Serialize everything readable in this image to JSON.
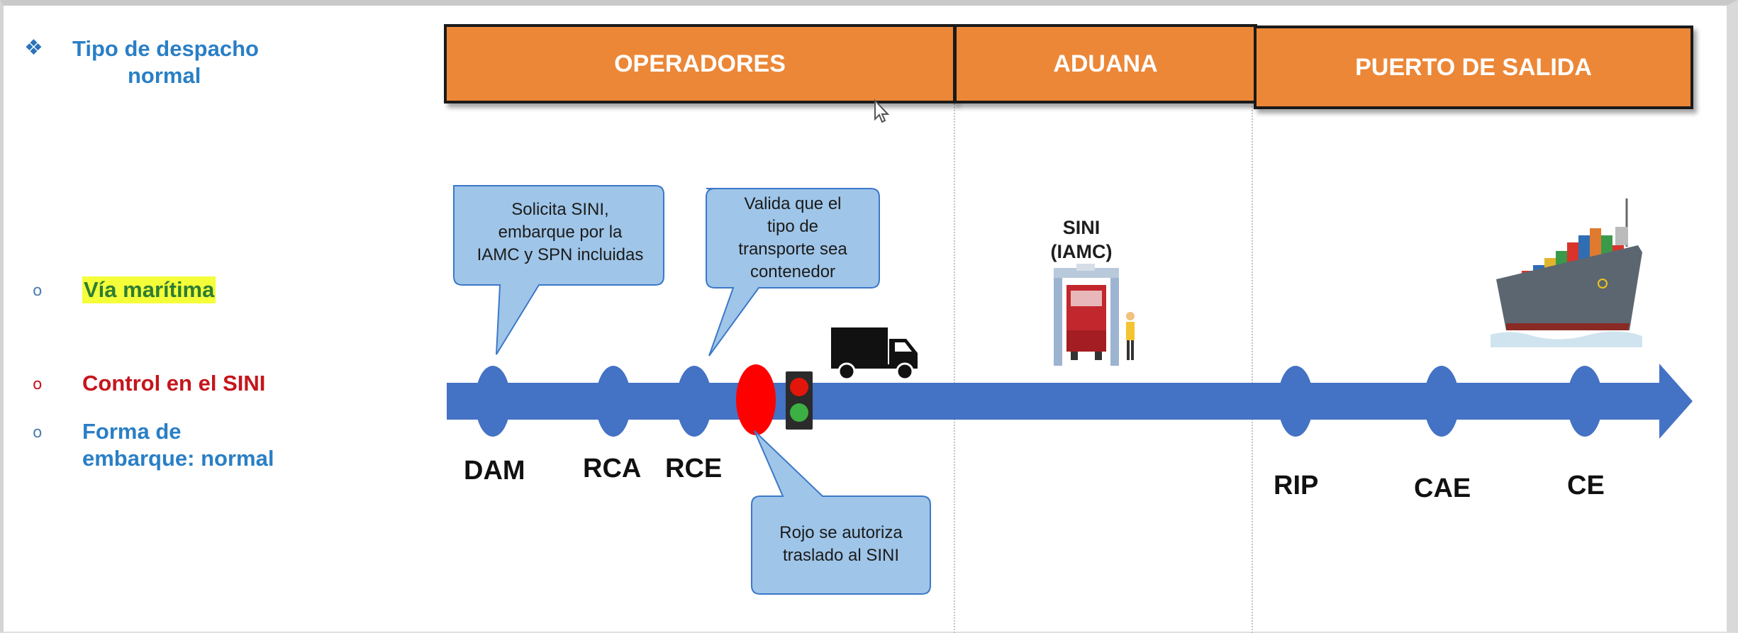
{
  "sidebar": {
    "title_line1": "Tipo de despacho",
    "title_line2": "normal",
    "via": "Vía marítima",
    "control": "Control en el SINI",
    "forma_line1": "Forma de",
    "forma_line2": "embarque: normal"
  },
  "headers": [
    "OPERADORES",
    "ADUANA",
    "PUERTO DE SALIDA"
  ],
  "callouts": {
    "solicita": [
      "Solicita SINI,",
      "embarque por la",
      "IAMC y  SPN incluidas"
    ],
    "valida": [
      "Valida que el",
      "tipo de",
      "transporte sea",
      "contenedor"
    ],
    "rojo": [
      "Rojo se autoriza",
      "traslado al SINI"
    ]
  },
  "sini": [
    "SINI",
    "(IAMC)"
  ],
  "nodes": [
    "DAM",
    "RCA",
    "RCE",
    "RIP",
    "CAE",
    "CE"
  ],
  "colors": {
    "header_fill": "#ec8737",
    "axis": "#4472c4",
    "callout_fill": "#9fc5e8",
    "callout_border": "#3c78c8",
    "red_light": "#ff0000",
    "green_light": "#3cb043"
  },
  "icons": [
    "truck-icon",
    "traffic-light-icon",
    "customs-scanner-icon",
    "cargo-ship-icon"
  ]
}
